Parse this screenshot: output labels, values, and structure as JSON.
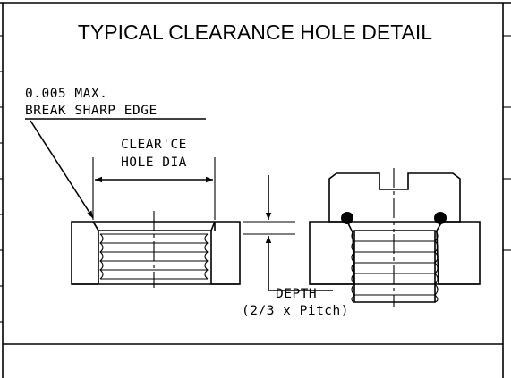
{
  "title": "TYPICAL CLEARANCE HOLE DETAIL",
  "labels": {
    "break_edge_line1": "0.005 MAX.",
    "break_edge_line2": "BREAK SHARP EDGE",
    "hole_dia_line1": "CLEAR'CE",
    "hole_dia_line2": "HOLE DIA",
    "depth_line1": "DEPTH",
    "depth_line2": "(2/3 x Pitch)"
  }
}
